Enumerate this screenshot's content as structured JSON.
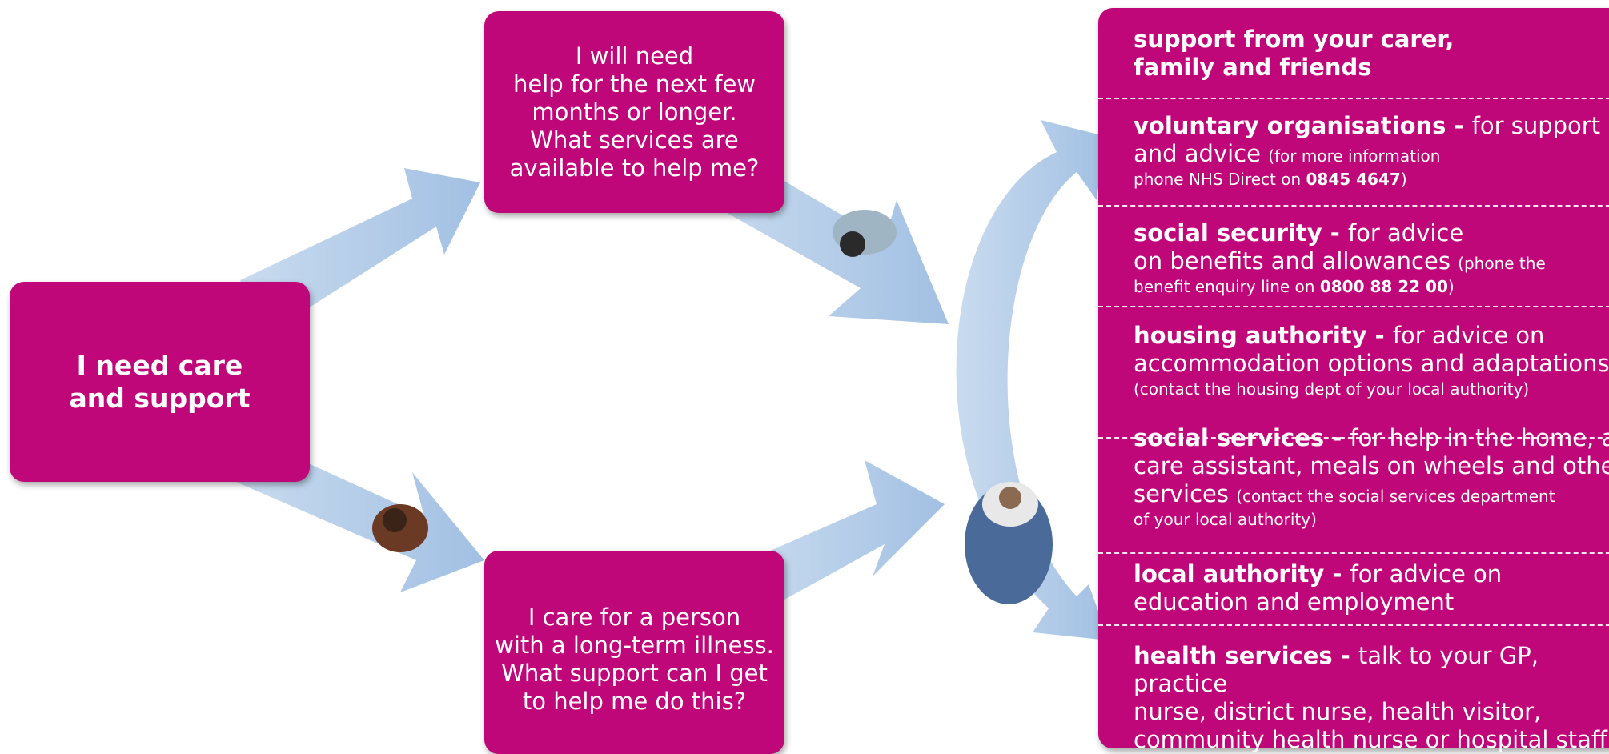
{
  "start_box": {
    "text": "I need care\nand support"
  },
  "top_box": {
    "text": "I will need\nhelp for the next few\nmonths or longer.\nWhat services are\navailable to help me?"
  },
  "bottom_box": {
    "text": "I care for a person\nwith a long-term illness.\nWhat support can I get\nto help me do this?"
  },
  "colors": {
    "magenta": "#c0077a",
    "arrow": "#a9c7e6"
  },
  "services": [
    {
      "title": "support from your carer,",
      "title2": "family and friends"
    },
    {
      "title": "voluntary organisations - ",
      "desc": "for support",
      "desc2": "and advice ",
      "note": "(for more information",
      "note2": "phone NHS Direct on ",
      "phone": "0845 4647",
      "note_end": ")"
    },
    {
      "title": "social security - ",
      "desc": "for advice",
      "desc2": "on benefits and allowances ",
      "note": "(phone the",
      "note2": "benefit enquiry line on ",
      "phone": "0800 88 22 00",
      "note_end": ")"
    },
    {
      "title": "housing authority - ",
      "desc": "for advice on",
      "desc2": "accommodation options and adaptations",
      "note": "(contact the housing dept of your local authority)"
    },
    {
      "title": "social services - ",
      "desc": "for help in the home, a",
      "desc2": "care assistant, meals on wheels and other",
      "desc3": "services ",
      "note": " (contact the social services department",
      "note2": "of your local authority)"
    },
    {
      "title": "local authority - ",
      "desc": "for advice on",
      "desc2": "education and employment"
    },
    {
      "title": "health services - ",
      "desc": "talk to your GP, practice",
      "desc2": "nurse, district nurse, health visitor,",
      "desc3": "community health nurse or hospital staff"
    }
  ]
}
